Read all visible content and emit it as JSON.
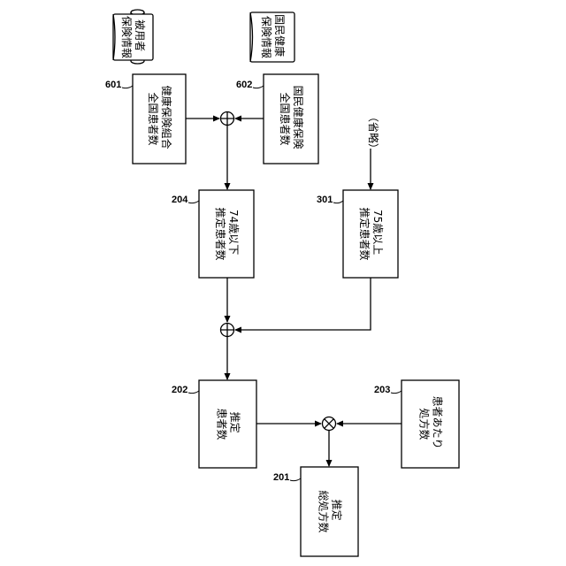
{
  "databases": {
    "employee": [
      "被用者",
      "保険情報"
    ],
    "national": [
      "国民健康",
      "保険情報"
    ]
  },
  "boxes": {
    "b601": [
      "健康保険組合",
      "全国患者数"
    ],
    "b602": [
      "国民健康保険",
      "全国患者数"
    ],
    "b204": [
      "74歳以下",
      "推定患者数"
    ],
    "b301": [
      "75歳以上",
      "推定患者数"
    ],
    "b202": [
      "推定",
      "患者数"
    ],
    "b203": [
      "患者あたり",
      "処方数"
    ],
    "b201": [
      "推定",
      "総処方数"
    ]
  },
  "omitted": "（省略）",
  "refs": {
    "r601": "601",
    "r602": "602",
    "r204": "204",
    "r301": "301",
    "r202": "202",
    "r203": "203",
    "r201": "201"
  }
}
